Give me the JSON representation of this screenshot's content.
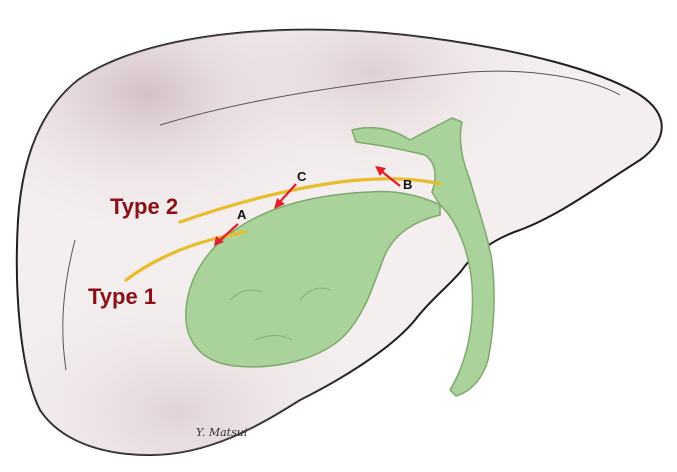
{
  "labels": {
    "type2": "Type 2",
    "type1": "Type 1",
    "a": "A",
    "b": "B",
    "c": "C"
  },
  "signature": "Y. Matsui",
  "colors": {
    "label_dark_red": "#8b0f14",
    "duct_yellow": "#e8bc2a",
    "gallbladder_green": "#a9d39a",
    "gallbladder_outline": "#7fa86e",
    "arrow_red": "#e0202a",
    "liver_fill": "#f4eeef",
    "liver_outline": "#1e1e1e"
  }
}
